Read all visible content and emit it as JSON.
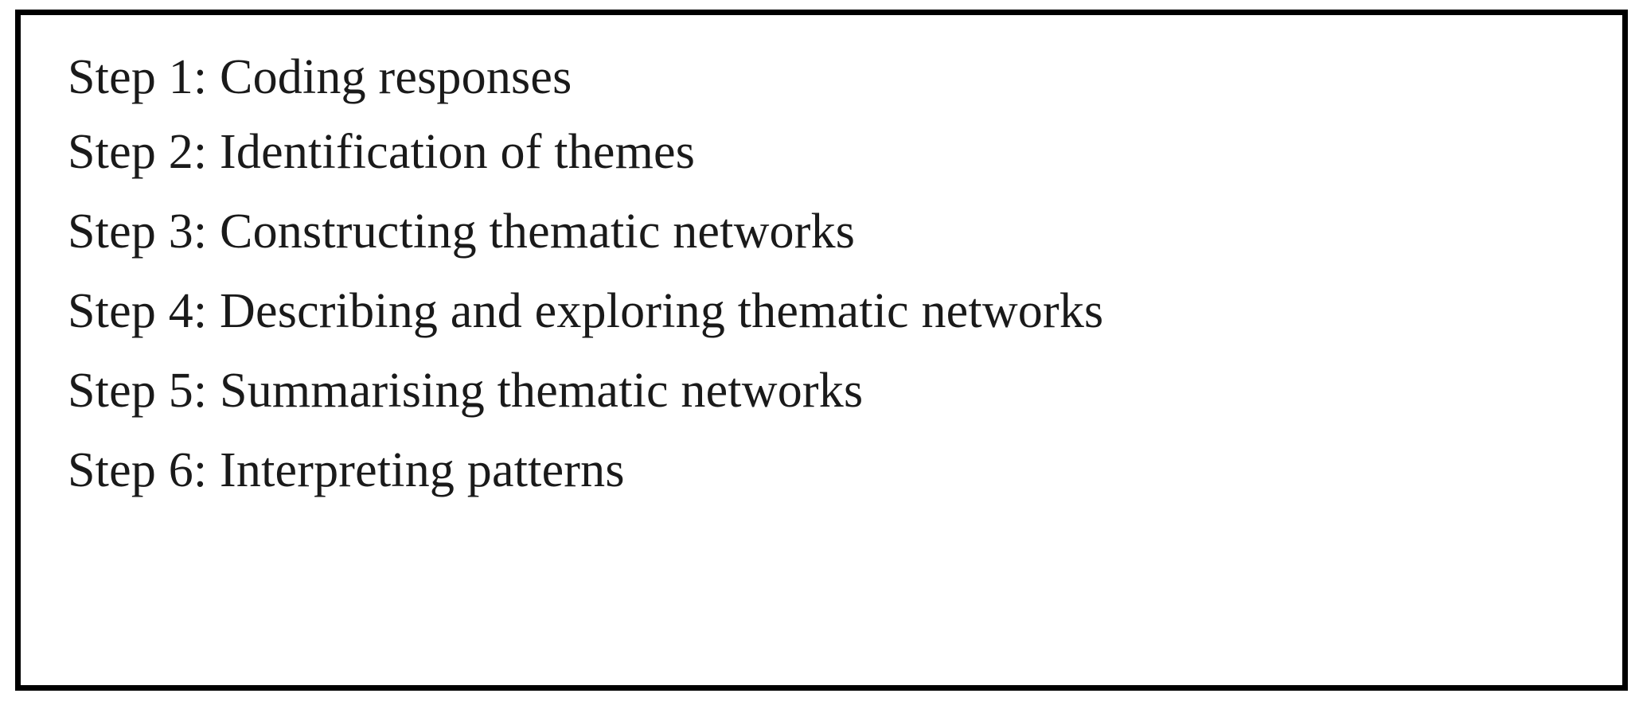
{
  "figure": {
    "box": {
      "border_color": "#000000",
      "background_color": "#ffffff",
      "text_color": "#1a1a1a"
    },
    "steps": [
      {
        "label": "Step 1: Coding responses"
      },
      {
        "label": "Step 2: Identification of themes"
      },
      {
        "label": "Step 3: Constructing thematic networks"
      },
      {
        "label": "Step 4: Describing and exploring thematic networks"
      },
      {
        "label": "Step 5: Summarising thematic networks"
      },
      {
        "label": "Step 6: Interpreting patterns"
      }
    ]
  }
}
